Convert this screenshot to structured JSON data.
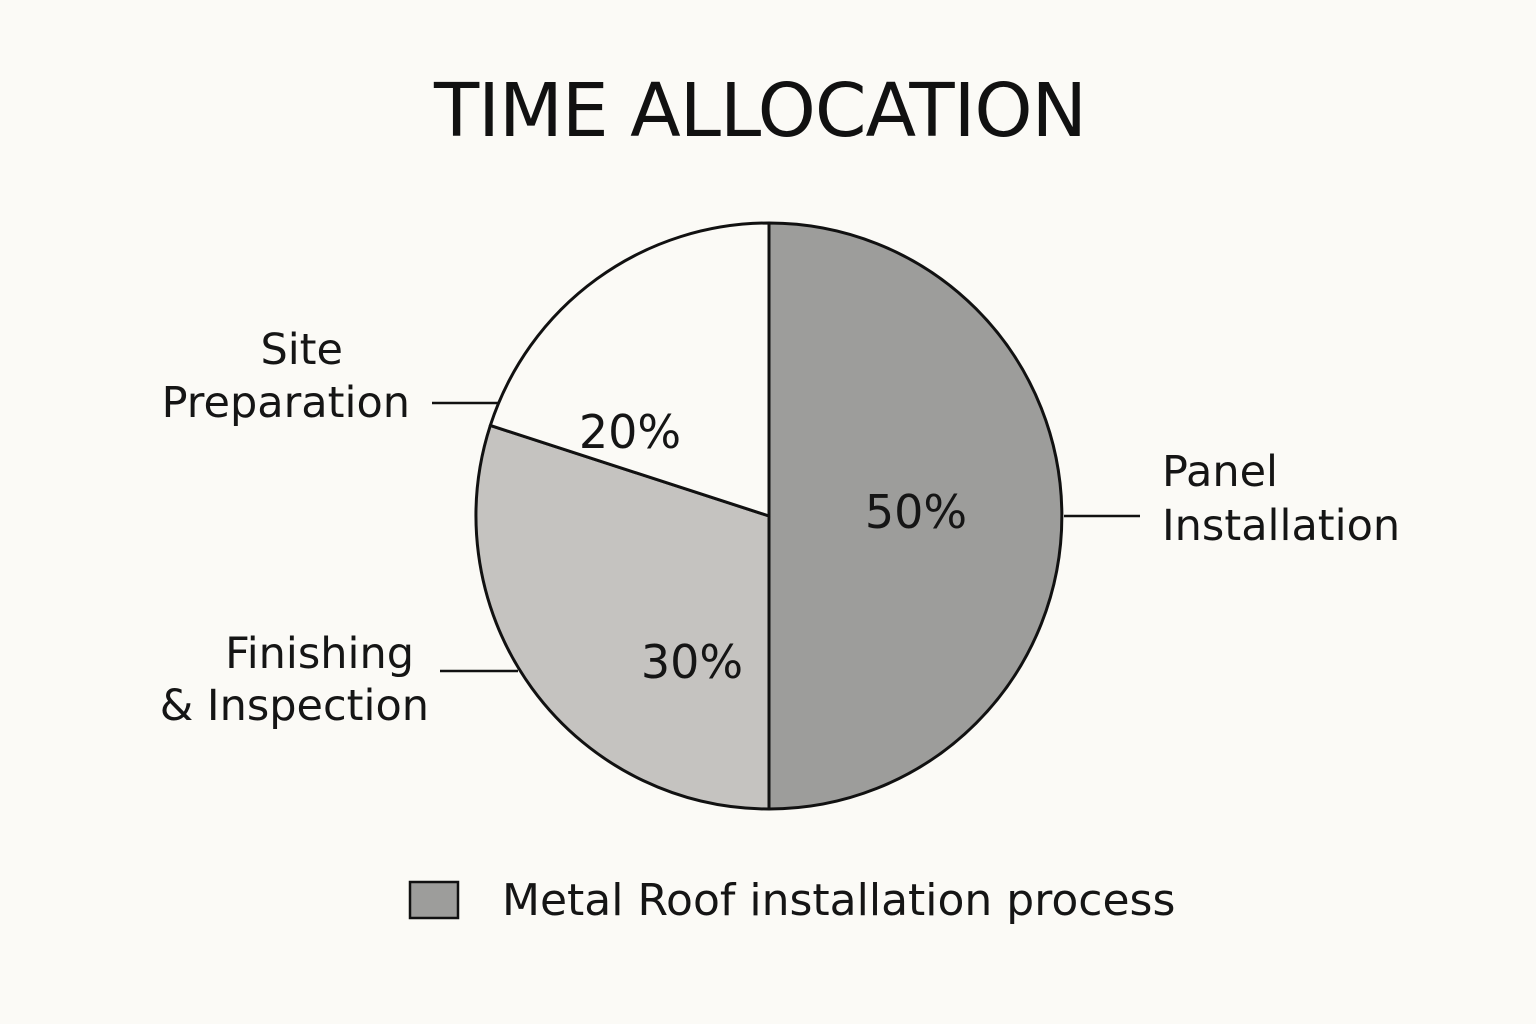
{
  "chart_data": {
    "type": "pie",
    "title": "TIME ALLOCATION",
    "categories": [
      "Panel Installation",
      "Finishing & Inspection",
      "Site Preparation"
    ],
    "category_labels": [
      [
        "Panel",
        "Installation"
      ],
      [
        "Finishing",
        "& Inspection"
      ],
      [
        "Site",
        "Preparation"
      ]
    ],
    "values": [
      50,
      30,
      20
    ],
    "value_labels": [
      "50%",
      "30%",
      "20%"
    ],
    "colors": [
      "#9d9d9b",
      "#c5c3c0",
      "#fbfaf6"
    ],
    "outline_color": "#111111",
    "start_angle_deg": 0,
    "direction": "clockwise",
    "legend": {
      "placement": "bottom",
      "swatch_color": "#9d9d9b",
      "label": "Metal Roof installation process"
    }
  }
}
